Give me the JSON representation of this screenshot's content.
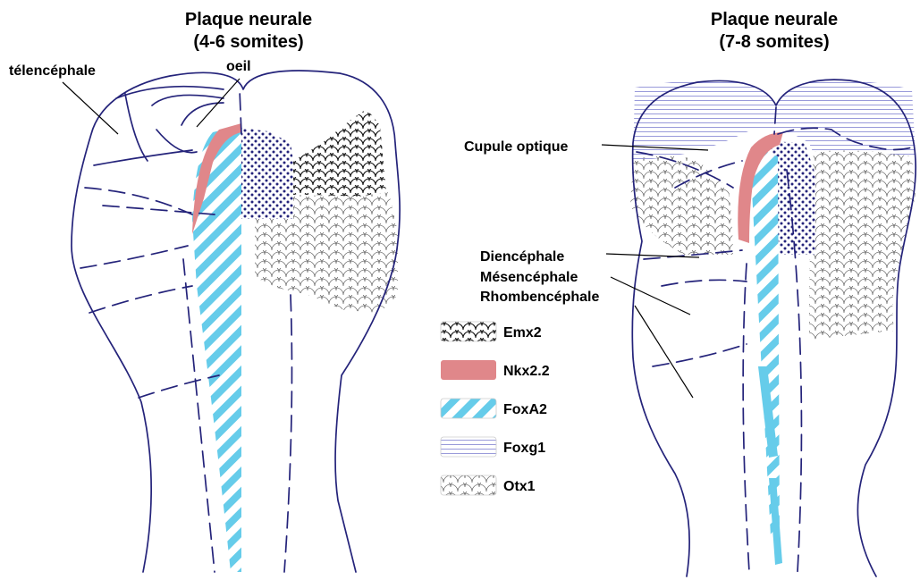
{
  "panels": {
    "left": {
      "title_line1": "Plaque neurale",
      "title_line2": "(4-6 somites)"
    },
    "right": {
      "title_line1": "Plaque neurale",
      "title_line2": "(7-8 somites)"
    }
  },
  "labels": {
    "telencephale": "télencéphale",
    "oeil": "oeil",
    "cupule_optique": "Cupule optique",
    "diencephale": "Diencéphale",
    "mesencephale": "Mésencéphale",
    "rhombencephale": "Rhombencéphale"
  },
  "legend": [
    {
      "gene": "Emx2",
      "pattern": "scales-dense"
    },
    {
      "gene": "Nkx2.2",
      "pattern": "solid",
      "color": "#e0878a"
    },
    {
      "gene": "FoxA2",
      "pattern": "diagonal-stripes",
      "color": "#66ccea"
    },
    {
      "gene": "Foxg1",
      "pattern": "horizontal-lines",
      "color": "#8d8fd6"
    },
    {
      "gene": "Otx1",
      "pattern": "scales-light"
    }
  ],
  "colors": {
    "outline": "#24237a",
    "nkx22": "#e0878a",
    "foxa2": "#66ccea",
    "foxg1": "#8d8fd6",
    "dots": "#24237a"
  }
}
